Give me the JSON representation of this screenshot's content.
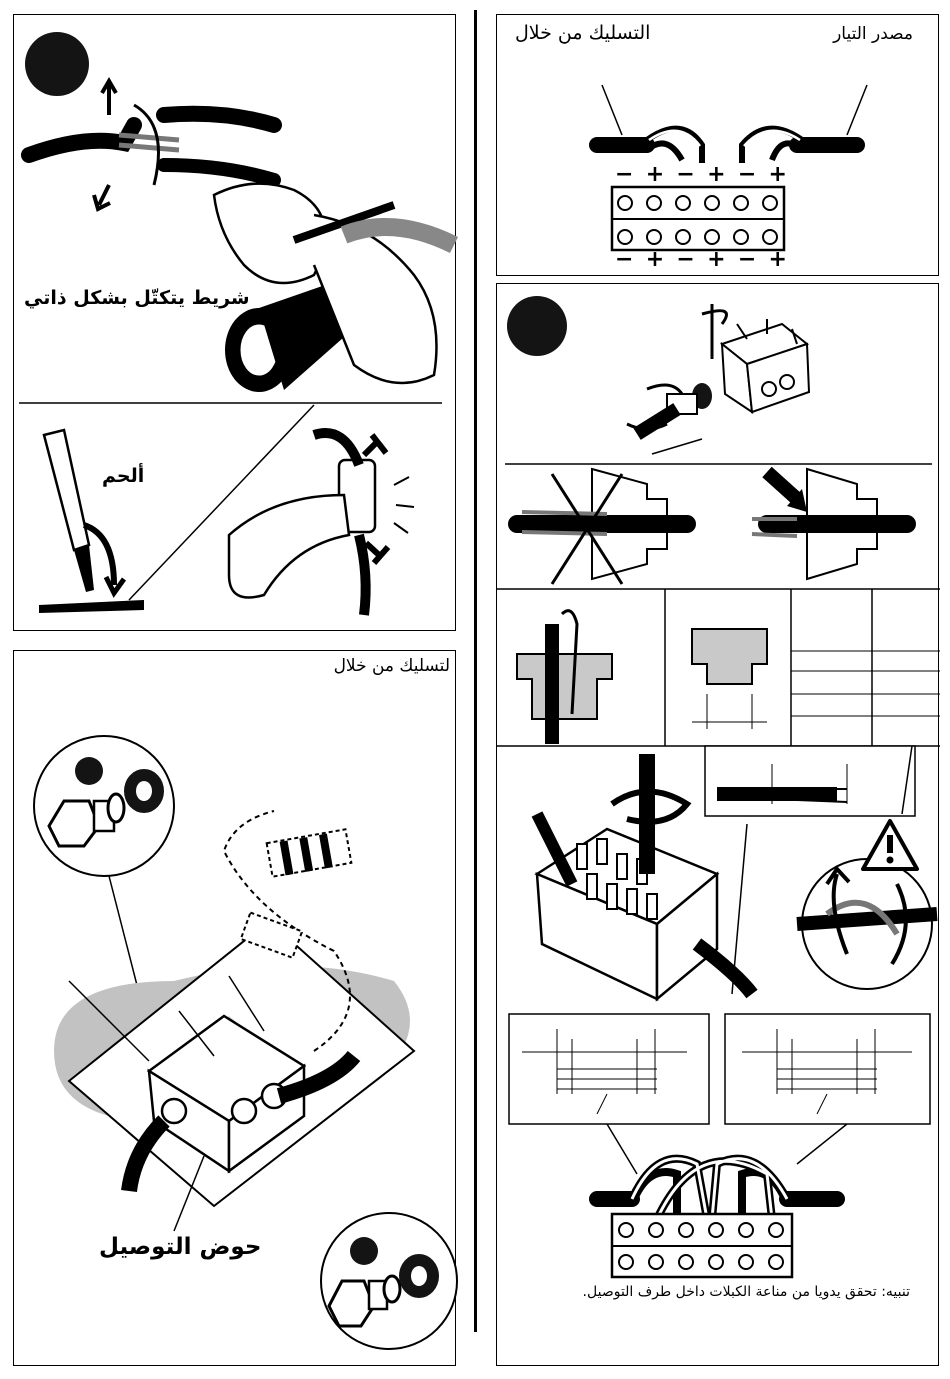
{
  "labels": {
    "self_amalgamating_tape": "شريط يتكتّل بشكل ذاتي",
    "solder": "ألحم",
    "wiring_through_left": "لتسليك من خلال",
    "junction_box": "حوض التوصيل",
    "wiring_through_right": "التسليك من خلال",
    "power_source": "مصدر التيار",
    "note": "تنبيه: تحقق يدويا من مناعة الكبلات داخل طرف التوصيل."
  },
  "terminal_signs": {
    "top": [
      "−",
      "+",
      "−",
      "+",
      "−",
      "+"
    ],
    "bottom": [
      "−",
      "+",
      "−",
      "+",
      "−",
      "+"
    ]
  },
  "icons": [
    "warning-triangle-icon",
    "step-circle-icon"
  ],
  "colors": {
    "ink": "#000000",
    "paper": "#ffffff",
    "shade": "#bdbdbd"
  }
}
